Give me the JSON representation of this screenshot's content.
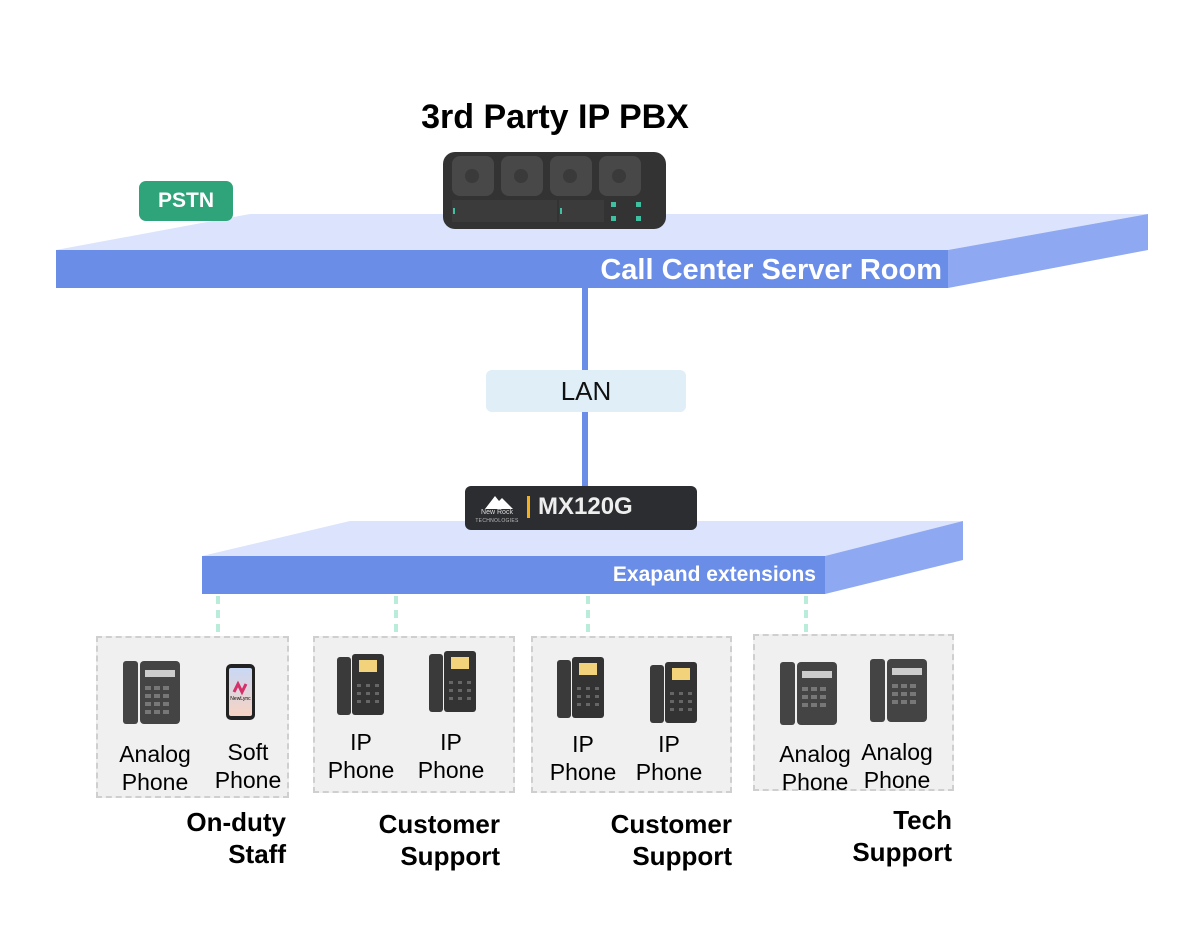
{
  "title": "3rd Party IP PBX",
  "pstn": "PSTN",
  "server_room": "Call Center Server Room",
  "lan": "LAN",
  "gateway": {
    "brand": "New Rock",
    "brand_sub": "TECHNOLOGIES",
    "model": "MX120G"
  },
  "extensions": "Exapand extensions",
  "groups": [
    {
      "team": [
        "On-duty",
        "Staff"
      ],
      "devices": [
        {
          "type": "analog-phone",
          "label": [
            "Analog",
            "Phone"
          ]
        },
        {
          "type": "soft-phone",
          "label": [
            "Soft",
            "Phone"
          ],
          "app": "NewLync"
        }
      ]
    },
    {
      "team": [
        "Customer",
        "Support"
      ],
      "devices": [
        {
          "type": "ip-phone",
          "label": [
            "IP",
            "Phone"
          ]
        },
        {
          "type": "ip-phone",
          "label": [
            "IP",
            "Phone"
          ]
        }
      ]
    },
    {
      "team": [
        "Customer",
        "Support"
      ],
      "devices": [
        {
          "type": "ip-phone",
          "label": [
            "IP",
            "Phone"
          ]
        },
        {
          "type": "ip-phone",
          "label": [
            "IP",
            "Phone"
          ]
        }
      ]
    },
    {
      "team": [
        "Tech",
        "Support"
      ],
      "devices": [
        {
          "type": "analog-phone",
          "label": [
            "Analog",
            "Phone"
          ]
        },
        {
          "type": "analog-phone",
          "label": [
            "Analog",
            "Phone"
          ]
        }
      ]
    }
  ],
  "colors": {
    "platform_top": "#dbe3fd",
    "platform_front": "#6a8de8",
    "platform_side": "#8ea8f2",
    "pstn": "#2fa37a",
    "connector": "#b9ecd9",
    "link": "#6a8de8"
  }
}
